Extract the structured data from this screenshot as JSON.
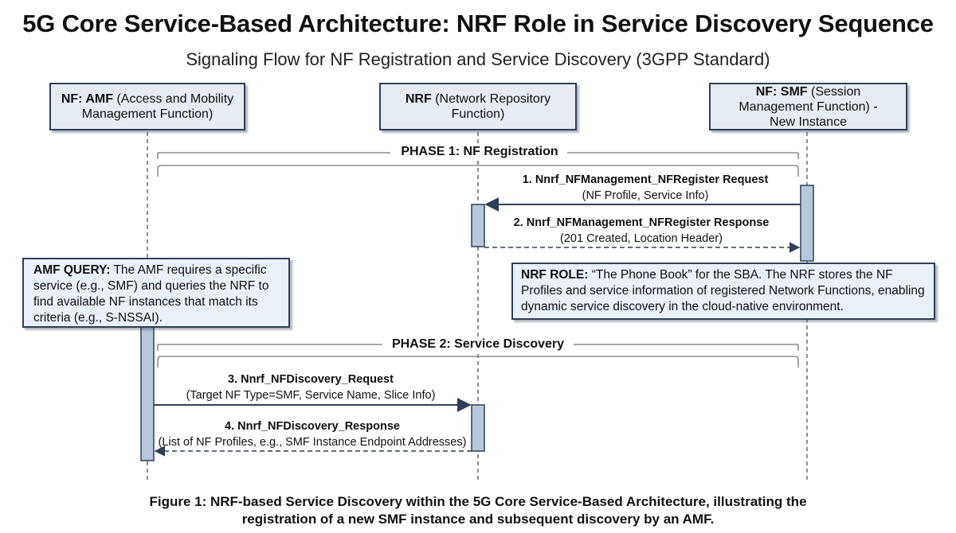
{
  "title": "5G Core Service-Based Architecture: NRF Role in Service Discovery Sequence",
  "subtitle": "Signaling Flow for NF Registration and Service Discovery (3GPP Standard)",
  "participants": {
    "amf": {
      "bold": "NF: AMF",
      "rest": " (Access and Mobility Management Function)"
    },
    "nrf": {
      "bold": "NRF",
      "rest": " (Network Repository Function)"
    },
    "smf": {
      "bold": "NF: SMF",
      "rest": " (Session Management Function) - New Instance"
    }
  },
  "phases": {
    "phase1": "PHASE 1: NF Registration",
    "phase2": "PHASE 2: Service Discovery"
  },
  "messages": {
    "m1": {
      "name": "1. Nnrf_NFManagement_NFRegister Request",
      "detail": "(NF Profile, Service Info)"
    },
    "m2": {
      "name": "2. Nnrf_NFManagement_NFRegister Response",
      "detail": "(201 Created, Location Header)"
    },
    "m3": {
      "name": "3. Nnrf_NFDiscovery_Request",
      "detail": "(Target NF Type=SMF, Service Name, Slice Info)"
    },
    "m4": {
      "name": "4. Nnrf_NFDiscovery_Response",
      "detail": "(List of NF Profiles, e.g., SMF Instance Endpoint Addresses)"
    }
  },
  "notes": {
    "amf_query": {
      "bold": "AMF QUERY:",
      "rest": " The AMF requires a specific service (e.g., SMF) and queries the NRF to find available NF instances that match its criteria (e.g., S-NSSAI)."
    },
    "nrf_role": {
      "bold": "NRF ROLE:",
      "rest": " “The Phone Book” for the SBA. The NRF stores the NF Profiles and service information of registered Network Functions, enabling dynamic service discovery in the cloud-native environment."
    }
  },
  "caption": "Figure 1: NRF-based Service Discovery within the 5G Core Service-Based Architecture, illustrating the registration of a new SMF instance and subsequent discovery by an AMF.",
  "colors": {
    "box_fill": "#e6ecf3",
    "box_border": "#2e3f58",
    "activation_fill": "#b8c7d9",
    "line": "#555555"
  }
}
